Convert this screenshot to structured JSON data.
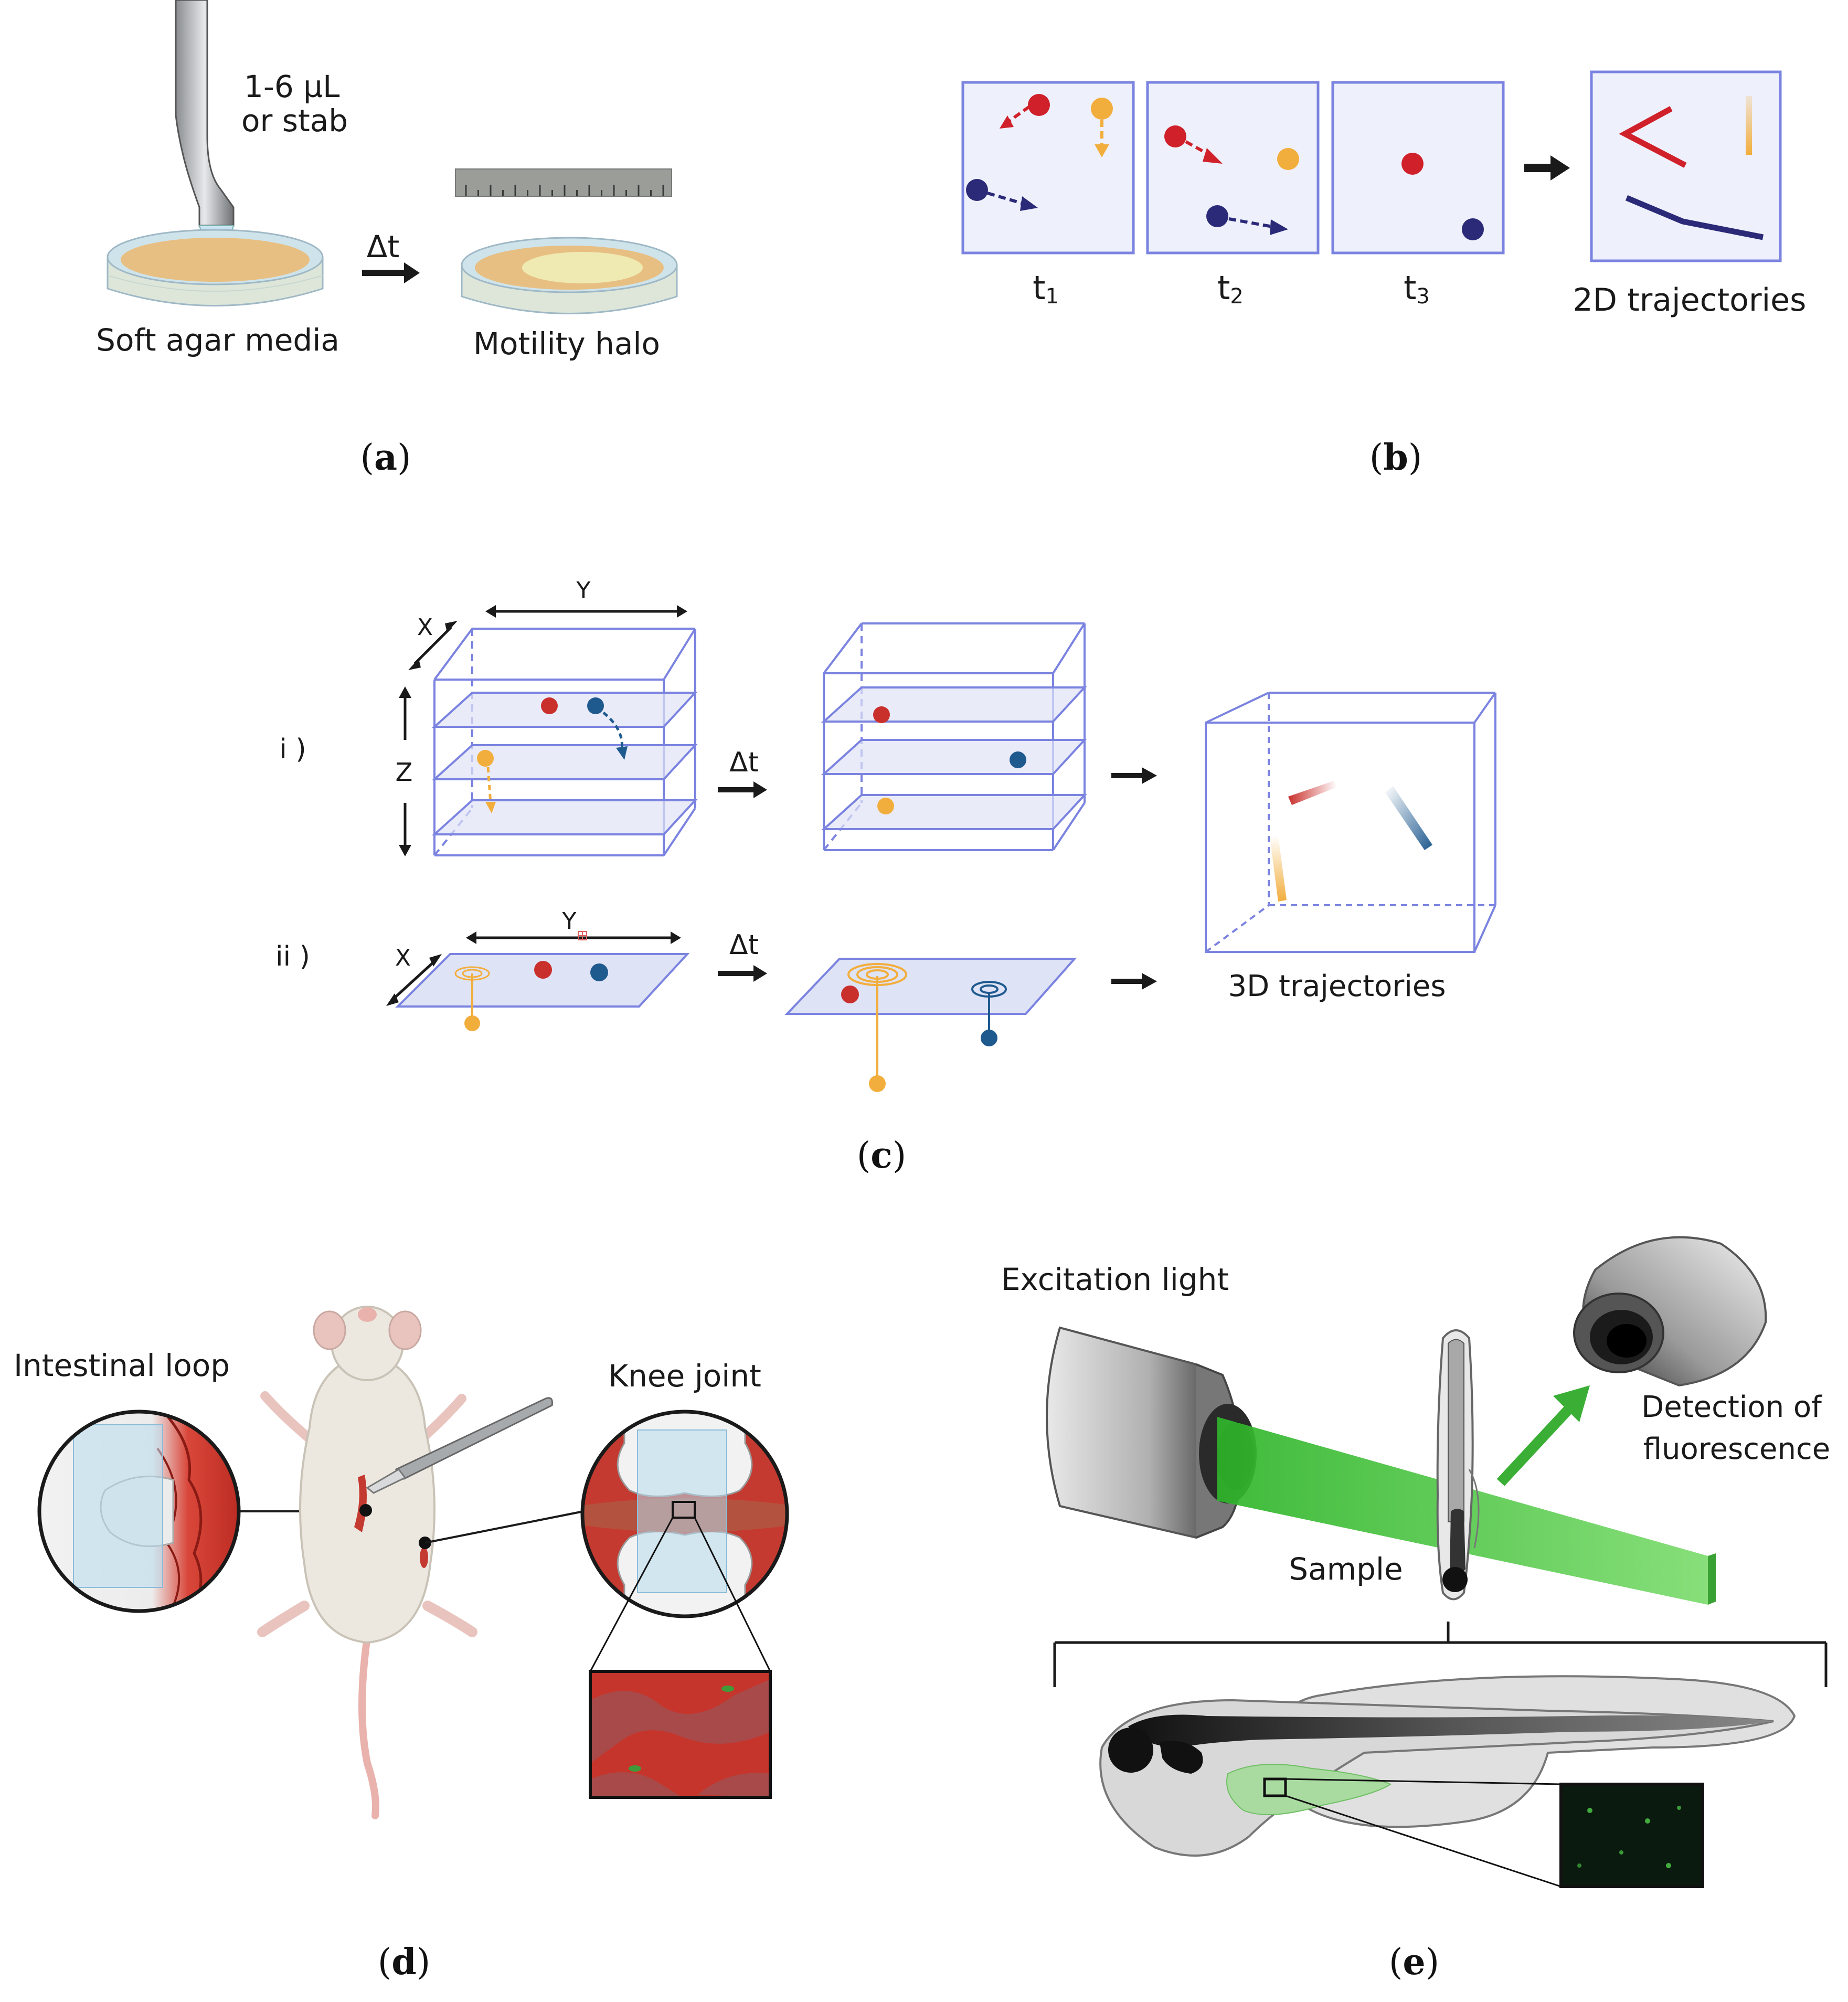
{
  "panel_a": {
    "volume_label_line1": "1-6 µL",
    "volume_label_line2": "or stab",
    "delta_t": "Δt",
    "soft_agar_label": "Soft agar media",
    "halo_label": "Motility halo",
    "caption_letter": "a"
  },
  "panel_b": {
    "time_labels": [
      {
        "base": "t",
        "sub": "1"
      },
      {
        "base": "t",
        "sub": "2"
      },
      {
        "base": "t",
        "sub": "3"
      }
    ],
    "result_label": "2D trajectories",
    "caption_letter": "b",
    "colors": {
      "red": "#d0202a",
      "yellow": "#f2ae3d",
      "navy": "#2b2a78",
      "frame": "#7b83e0",
      "frame_fill": "#eef0fb"
    }
  },
  "panel_c": {
    "row_i_label": "i )",
    "row_ii_label": "ii )",
    "axis_x": "X",
    "axis_y": "Y",
    "axis_z": "Z",
    "delta_t_1": "Δt",
    "delta_t_2": "Δt",
    "result_label": "3D trajectories",
    "caption_letter": "c",
    "colors": {
      "red": "#c9302c",
      "blue": "#1f5a8f",
      "yellow": "#f2ae3d",
      "frame": "#7b83e0"
    }
  },
  "panel_d": {
    "intestinal_label": "Intestinal loop",
    "knee_label": "Knee joint",
    "caption_letter": "d"
  },
  "panel_e": {
    "excitation_label": "Excitation light",
    "detection_line1": "Detection of",
    "detection_line2": "fluorescence",
    "sample_label": "Sample",
    "caption_letter": "e",
    "colors": {
      "beam": "#56c94e"
    }
  }
}
